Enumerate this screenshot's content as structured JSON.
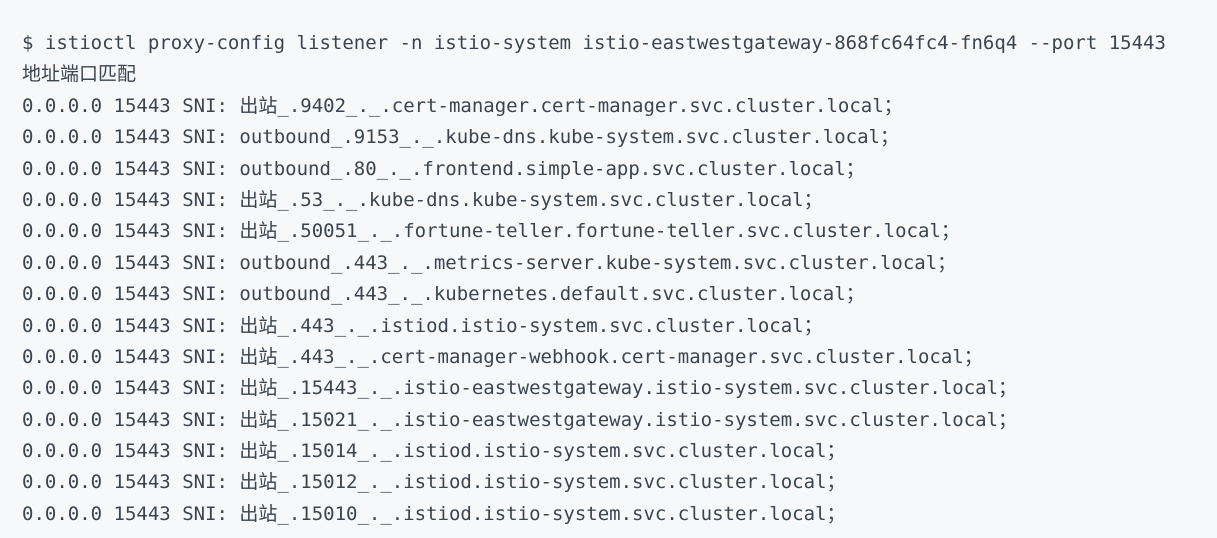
{
  "colors": {
    "background": "#f7f8fa",
    "text": "#3b4450"
  },
  "terminal": {
    "prompt": "$",
    "command": "istioctl proxy-config listener -n istio-system istio-eastwestgateway-868fc64fc4-fn6q4 --port 15443",
    "columns_header": "地址端口匹配",
    "sni_label": "SNI:",
    "rows": [
      {
        "address": "0.0.0.0",
        "port": "15443",
        "sni": "出站_.9402_._.cert-manager.cert-manager.svc.cluster.local；"
      },
      {
        "address": "0.0.0.0",
        "port": "15443",
        "sni": "outbound_.9153_._.kube-dns.kube-system.svc.cluster.local；"
      },
      {
        "address": "0.0.0.0",
        "port": "15443",
        "sni": "outbound_.80_._.frontend.simple-app.svc.cluster.local；"
      },
      {
        "address": "0.0.0.0",
        "port": "15443",
        "sni": "出站_.53_._.kube-dns.kube-system.svc.cluster.local；"
      },
      {
        "address": "0.0.0.0",
        "port": "15443",
        "sni": "出站_.50051_._.fortune-teller.fortune-teller.svc.cluster.local；"
      },
      {
        "address": "0.0.0.0",
        "port": "15443",
        "sni": "outbound_.443_._.metrics-server.kube-system.svc.cluster.local；"
      },
      {
        "address": "0.0.0.0",
        "port": "15443",
        "sni": "outbound_.443_._.kubernetes.default.svc.cluster.local；"
      },
      {
        "address": "0.0.0.0",
        "port": "15443",
        "sni": "出站_.443_._.istiod.istio-system.svc.cluster.local；"
      },
      {
        "address": "0.0.0.0",
        "port": "15443",
        "sni": "出站_.443_._.cert-manager-webhook.cert-manager.svc.cluster.local；"
      },
      {
        "address": "0.0.0.0",
        "port": "15443",
        "sni": "出站_.15443_._.istio-eastwestgateway.istio-system.svc.cluster.local；"
      },
      {
        "address": "0.0.0.0",
        "port": "15443",
        "sni": "出站_.15021_._.istio-eastwestgateway.istio-system.svc.cluster.local；"
      },
      {
        "address": "0.0.0.0",
        "port": "15443",
        "sni": "出站_.15014_._.istiod.istio-system.svc.cluster.local；"
      },
      {
        "address": "0.0.0.0",
        "port": "15443",
        "sni": "出站_.15012_._.istiod.istio-system.svc.cluster.local；"
      },
      {
        "address": "0.0.0.0",
        "port": "15443",
        "sni": "出站_.15010_._.istiod.istio-system.svc.cluster.local；"
      }
    ]
  }
}
